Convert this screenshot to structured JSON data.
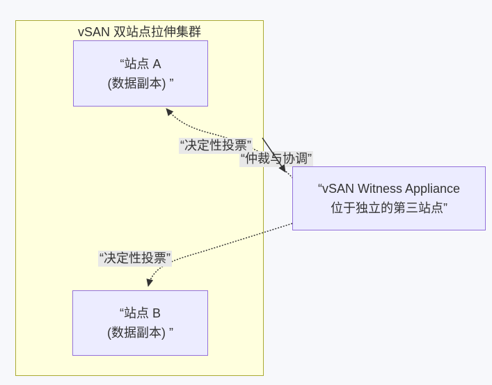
{
  "diagram": {
    "type": "flowchart",
    "background": "#F7F8FB",
    "edge_color": "#333333",
    "edge_label_bg": "#E8E8E8",
    "cluster": {
      "title": "vSAN 双站点拉伸集群",
      "fill": "#FFFFDE",
      "border_color": "#AAAA33"
    },
    "nodes": {
      "site_a": {
        "line1": "“站点 A",
        "line2": "(数据副本) ”",
        "fill": "#ECECFF",
        "border_color": "#9370DB"
      },
      "site_b": {
        "line1": "“站点 B",
        "line2": "(数据副本) ”",
        "fill": "#ECECFF",
        "border_color": "#9370DB"
      },
      "witness": {
        "line1": "“vSAN Witness Appliance",
        "line2": "位于独立的第三站点”",
        "fill": "#ECECFF",
        "border_color": "#9370DB"
      }
    },
    "edges": [
      {
        "from": "witness",
        "to": "site_a",
        "label": "“决定性投票”",
        "style": "dotted"
      },
      {
        "from": "cluster",
        "to": "witness",
        "label": "“仲裁与协调”",
        "style": "solid"
      },
      {
        "from": "witness",
        "to": "site_b",
        "label": "“决定性投票”",
        "style": "dotted"
      }
    ]
  }
}
